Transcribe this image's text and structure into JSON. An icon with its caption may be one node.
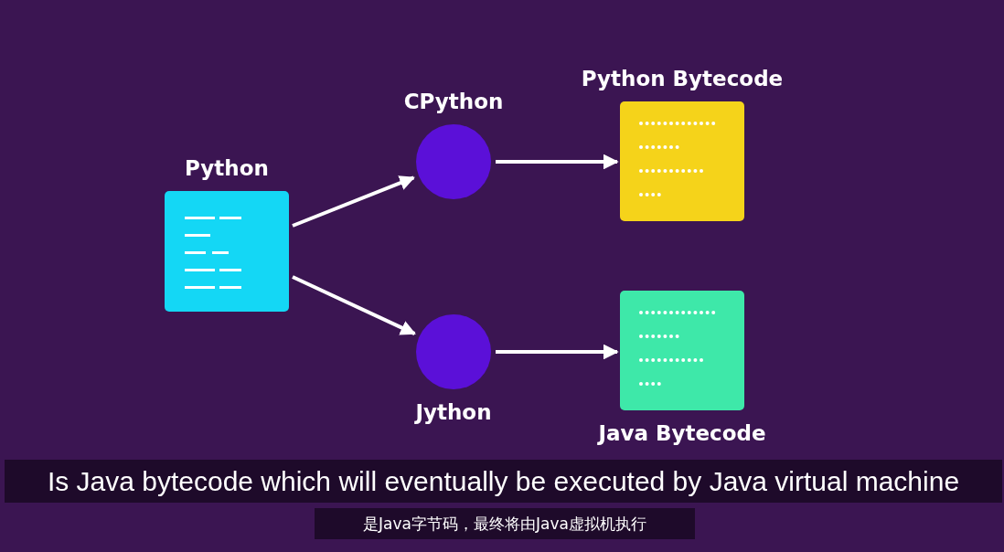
{
  "diagram": {
    "nodes": [
      {
        "text": [
          "Python"
        ]
      },
      {
        "text": [
          "CPython"
        ]
      },
      {
        "text": [
          "Python Bytecode"
        ]
      },
      {
        "text": [
          "Jython"
        ]
      },
      {
        "text": [
          "Java Bytecode"
        ]
      }
    ],
    "edges": [
      {
        "from": 0,
        "to": 1,
        "arrow": "to"
      },
      {
        "from": 0,
        "to": 3,
        "arrow": "to"
      },
      {
        "from": 1,
        "to": 2,
        "arrow": "to"
      },
      {
        "from": 3,
        "to": 4,
        "arrow": "to"
      }
    ],
    "labels": [
      "Is Java bytecode which will eventually be executed by Java virtual machine",
      "是Java字节码，最终将由Java虚拟机执行"
    ]
  }
}
